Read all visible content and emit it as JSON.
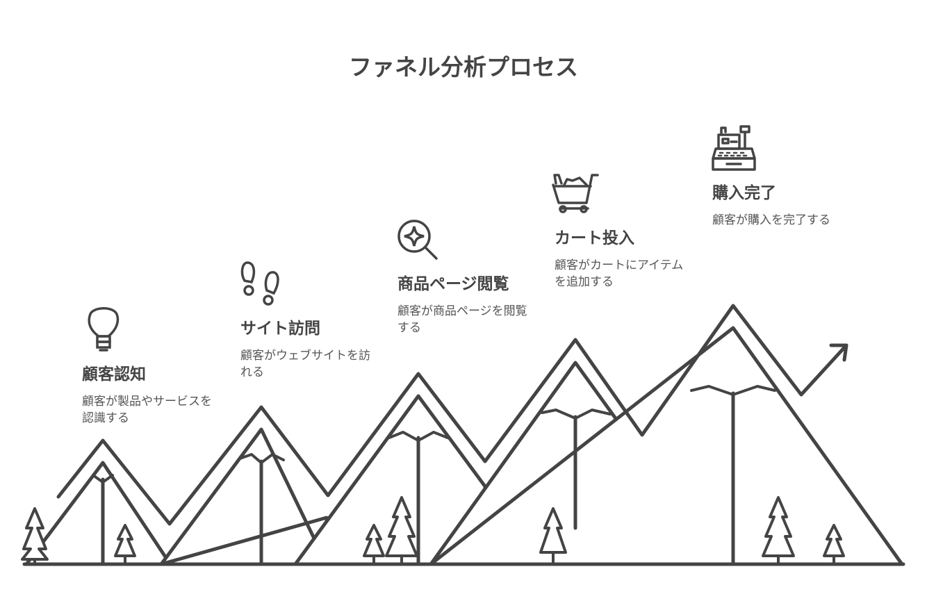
{
  "title": "ファネル分析プロセス",
  "steps": [
    {
      "title": "顧客認知",
      "description": "顧客が製品やサービスを認識する",
      "icon": "lightbulb-icon"
    },
    {
      "title": "サイト訪問",
      "description": "顧客がウェブサイトを訪れる",
      "icon": "footprints-icon"
    },
    {
      "title": "商品ページ閲覧",
      "description": "顧客が商品ページを閲覧する",
      "icon": "magnifier-icon"
    },
    {
      "title": "カート投入",
      "description": "顧客がカートにアイテムを追加する",
      "icon": "shopping-cart-icon"
    },
    {
      "title": "購入完了",
      "description": "顧客が購入を完了する",
      "icon": "cash-register-icon"
    }
  ],
  "colors": {
    "stroke": "#444444",
    "background": "#ffffff"
  }
}
